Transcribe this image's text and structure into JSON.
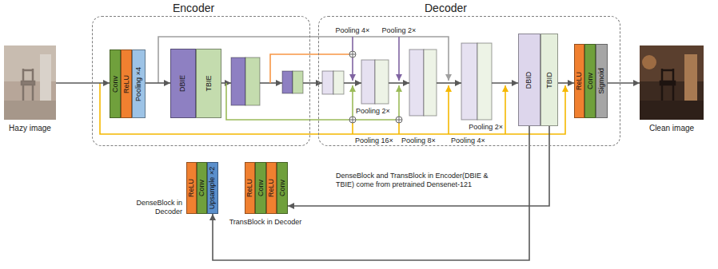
{
  "diagram": {
    "nodes": [
      {
        "text": [
          "Hazy image"
        ]
      },
      {
        "text": [
          "Encoder"
        ]
      },
      {
        "text": [
          "Conv"
        ],
        "in": 1
      },
      {
        "text": [
          "ReLU"
        ],
        "in": 1
      },
      {
        "text": [
          "Pooling ×4"
        ],
        "in": 1
      },
      {
        "text": [
          "DBIE"
        ],
        "in": 1
      },
      {
        "text": [
          "TBIE"
        ],
        "in": 1
      },
      {
        "text": [
          "Decoder"
        ]
      },
      {
        "text": [
          "DBID"
        ],
        "in": 7
      },
      {
        "text": [
          "TBID"
        ],
        "in": 7
      },
      {
        "text": [
          "ReLU"
        ],
        "in": 7
      },
      {
        "text": [
          "Conv"
        ],
        "in": 7
      },
      {
        "text": [
          "Sigmoid"
        ],
        "in": 7
      },
      {
        "text": [
          "Clean image"
        ]
      },
      {
        "text": [
          "ReLU"
        ]
      },
      {
        "text": [
          "Conv"
        ]
      },
      {
        "text": [
          "Upsample ×2"
        ]
      },
      {
        "text": [
          "ReLU"
        ]
      },
      {
        "text": [
          "Conv"
        ]
      },
      {
        "text": [
          "ReLU"
        ]
      },
      {
        "text": [
          "Conv"
        ]
      }
    ],
    "edges": [
      {
        "from": 0,
        "to": 2,
        "arrow": "to"
      },
      {
        "from": 4,
        "to": 5,
        "arrow": "to"
      },
      {
        "from": 9,
        "to": 10,
        "arrow": "to"
      },
      {
        "from": 12,
        "to": 13,
        "arrow": "to"
      },
      {
        "from": 9,
        "to": 20,
        "arrow": "to"
      },
      {
        "from": 8,
        "to": 16,
        "arrow": "to"
      }
    ],
    "labels": [
      "Pooling 4×",
      "Pooling 2×",
      "Pooling 2×",
      "Pooling 16×",
      "Pooling 8×",
      "Pooling 4×",
      "Pooling 2×",
      "DenseBlock in Decoder",
      "TransBlock in Decoder",
      "DenseBlock and TransBlock in Encoder(DBIE & TBIE) come from pretrained Densenet-121"
    ]
  }
}
